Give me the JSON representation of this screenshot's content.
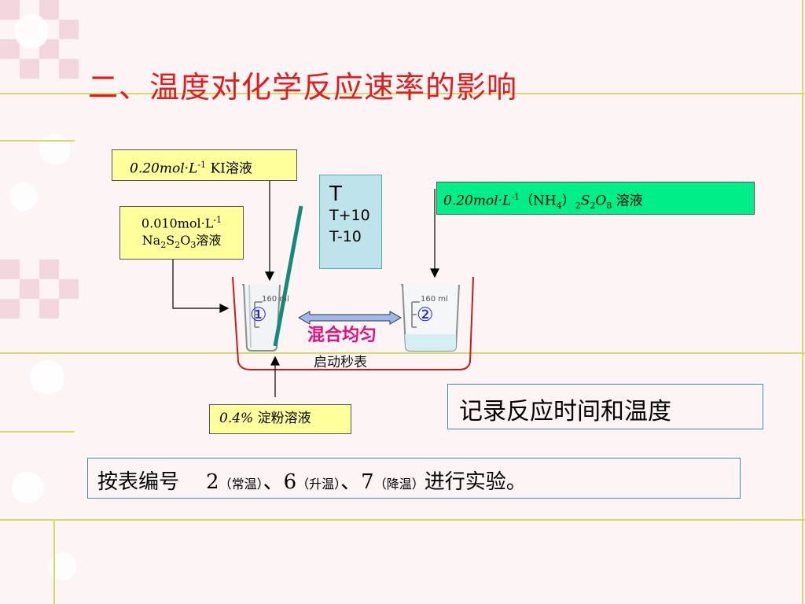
{
  "title": "二、温度对化学反应速率的影响",
  "ki_box": {
    "conc": "0.20mol·L",
    "exp": "-1",
    "name": " KI溶液"
  },
  "na2s2o3_box": {
    "line1": "0.010mol·L",
    "line1_exp": "-1",
    "formula": [
      "Na",
      "2",
      "S",
      "2",
      "O",
      "3"
    ],
    "suffix": "溶液"
  },
  "temp_box": {
    "t": "T",
    "t_plus": "T+10",
    "t_minus": "T-10"
  },
  "persulfate_box": {
    "conc": "0.20mol·L",
    "exp": "-1",
    "formula_open": "（NH",
    "nh_sub": "4",
    "formula_close": "）",
    "sub2a": "2",
    "s": "S",
    "sub2b": "2",
    "o": "O",
    "sub8": "8",
    "suffix": " 溶液"
  },
  "beakers": {
    "label_1": "①",
    "label_2": "②",
    "scale_1": "160 ml",
    "scale_2": "160 ml",
    "mix_label": "混合均匀",
    "timer_label": "启动秒表"
  },
  "starch_box": {
    "conc": "0.4%",
    "name": " 淀粉溶液"
  },
  "record_box": "记录反应时间和温度",
  "instruction": {
    "main": "按表编号",
    "num2": "2",
    "cond2": "（常温）",
    "sep1": "、",
    "num6": "6",
    "cond6": "（升温）",
    "sep2": "、",
    "num7": "7",
    "cond7": "（降温）",
    "end": "进行实验。"
  },
  "colors": {
    "title": "#e21c1c",
    "yellow_box": "#ffff9c",
    "green_box": "#00ee88",
    "temp_box": "#bfe3ea",
    "thermometer": "#138a7a",
    "bath": "#c81c1c",
    "arrow_fill": "#9db8ee",
    "mix_text": "#e0107a"
  }
}
